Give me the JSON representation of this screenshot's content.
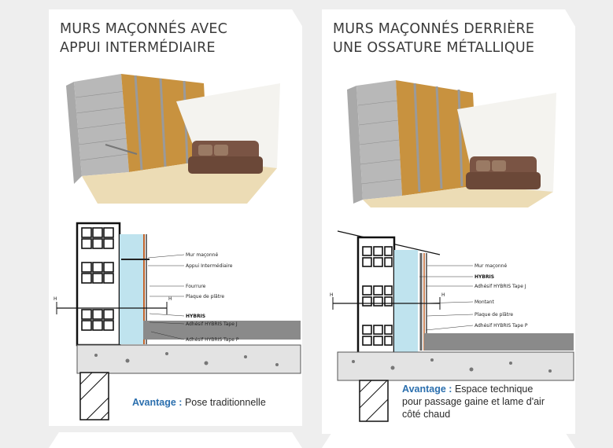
{
  "left": {
    "title_line1": "MURS MAÇONNÉS AVEC",
    "title_line2": "APPUI INTERMÉDIAIRE",
    "labels": {
      "mur": "Mur maçonné",
      "appui": "Appui Intermédiaire",
      "fourrure": "Fourrure",
      "plaque": "Plaque de plâtre",
      "hybris": "HYBRIS",
      "tapej": "Adhésif HYBRIS Tape J",
      "tapep": "Adhésif HYBRIS Tape P",
      "h_left": "H",
      "h_right": "H"
    },
    "advantage_label": "Avantage :",
    "advantage_text": "Pose traditionnelle"
  },
  "right": {
    "title_line1": "MURS MAÇONNÉS DERRIÈRE",
    "title_line2": "UNE OSSATURE MÉTALLIQUE",
    "labels": {
      "mur": "Mur maçonné",
      "hybris": "HYBRIS",
      "tapej": "Adhésif HYBRIS Tape J",
      "montant": "Montant",
      "plaque": "Plaque de plâtre",
      "tapep": "Adhésif HYBRIS Tape P",
      "h_left": "H",
      "h_right": "H"
    },
    "advantage_label": "Avantage :",
    "advantage_text1": "Espace technique",
    "advantage_text2": "pour passage gaine et lame d'air",
    "advantage_text3": "côté chaud"
  },
  "colors": {
    "accent": "#2b6fae",
    "insulation": "#bfe3ee",
    "wood": "#c8923f",
    "sofa": "#7a5444"
  }
}
